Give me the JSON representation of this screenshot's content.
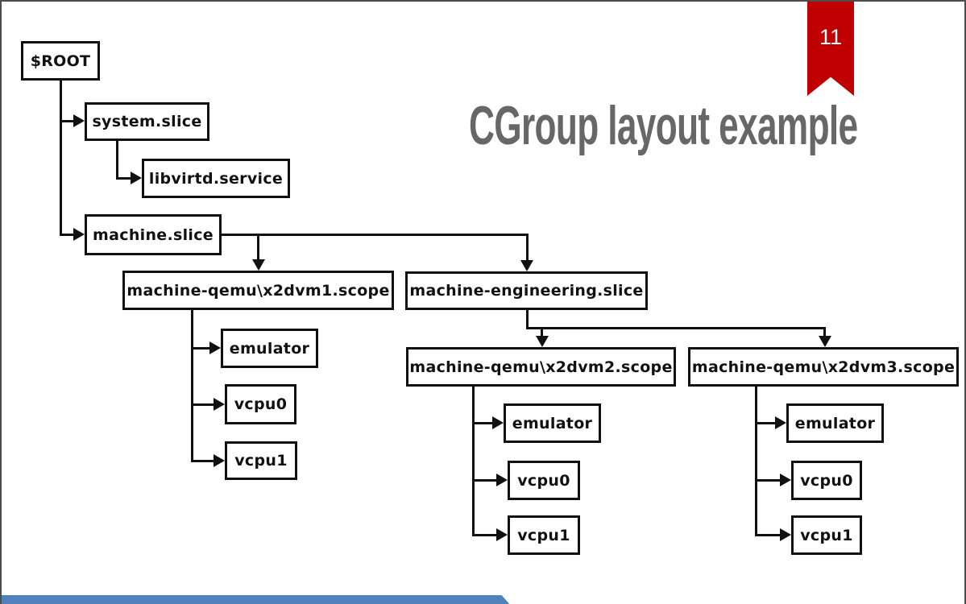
{
  "page_number": "11",
  "title": "CGroup layout example",
  "colors": {
    "ribbon_red": "#c00000",
    "title_gray": "#676767",
    "accent_bar_blue": "#4f81bd",
    "diagram_line": "#111111"
  },
  "diagram": {
    "nodes": {
      "root": "$ROOT",
      "system_slice": "system.slice",
      "libvirtd_service": "libvirtd.service",
      "machine_slice": "machine.slice",
      "vm1_scope": "machine-qemu\\x2dvm1.scope",
      "engineering_slice": "machine-engineering.slice",
      "vm2_scope": "machine-qemu\\x2dvm2.scope",
      "vm3_scope": "machine-qemu\\x2dvm3.scope",
      "vm1_emulator": "emulator",
      "vm1_vcpu0": "vcpu0",
      "vm1_vcpu1": "vcpu1",
      "vm2_emulator": "emulator",
      "vm2_vcpu0": "vcpu0",
      "vm2_vcpu1": "vcpu1",
      "vm3_emulator": "emulator",
      "vm3_vcpu0": "vcpu0",
      "vm3_vcpu1": "vcpu1"
    }
  }
}
